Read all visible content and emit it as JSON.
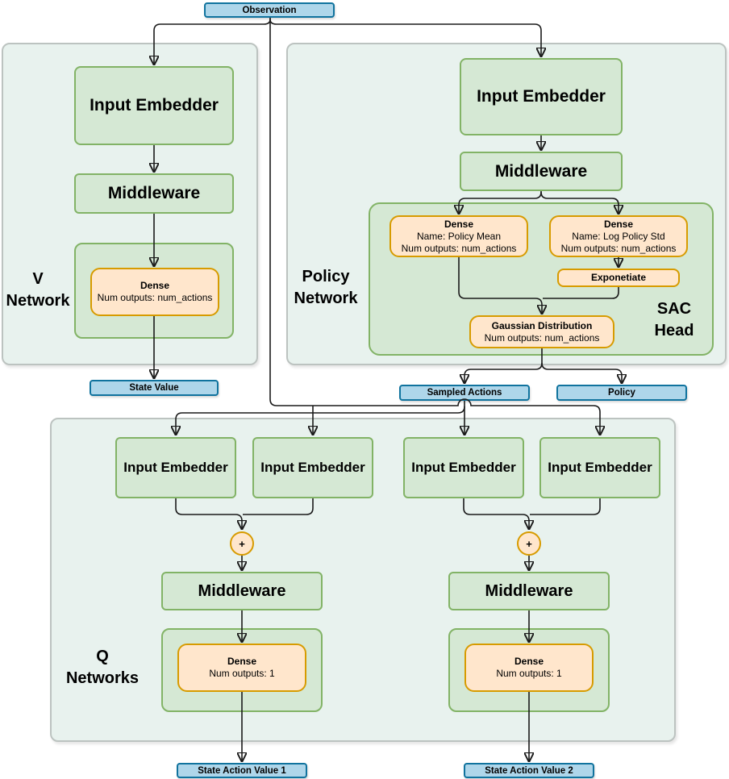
{
  "diagram": {
    "observation": {
      "label": "Observation"
    },
    "v_network": {
      "label": "V Network",
      "input_embedder": "Input Embedder",
      "middleware": "Middleware",
      "dense": {
        "title": "Dense",
        "outputs": "Num outputs: num_actions"
      },
      "output": "State Value"
    },
    "policy_network": {
      "label": "Policy Network",
      "input_embedder": "Input Embedder",
      "middleware": "Middleware",
      "sac_head": {
        "label": "SAC Head",
        "dense_policy_mean": {
          "title": "Dense",
          "name": "Name: Policy Mean",
          "outputs": "Num outputs: num_actions"
        },
        "dense_log_policy_std": {
          "title": "Dense",
          "name": "Name: Log Policy Std",
          "outputs": "Num outputs: num_actions"
        },
        "exponentiate": {
          "label": "Exponetiate"
        },
        "gaussian_distribution": {
          "title": "Gaussian Distribution",
          "outputs": "Num outputs: num_actions"
        }
      },
      "outputs": {
        "sampled_actions": "Sampled Actions",
        "policy": "Policy"
      }
    },
    "q_networks": {
      "label": "Q Networks",
      "input_embedder": "Input Embedder",
      "plus": "+",
      "middleware": "Middleware",
      "dense": {
        "title": "Dense",
        "outputs": "Num outputs: 1"
      },
      "outputs": {
        "q1": "State Action Value 1",
        "q2": "State Action Value 2"
      }
    },
    "colors": {
      "panel_fill": "#e8f2ee",
      "panel_border": "#bcc3c0",
      "node_green_fill": "#d5e8d4",
      "node_green_border": "#82b366",
      "node_orange_fill": "#ffe6cc",
      "node_orange_border": "#d79b00",
      "io_blue_fill": "#aed6ea",
      "io_blue_border": "#10739e",
      "edge": "#1a1a1a"
    },
    "edges": [
      "observation -> v_network.input_embedder",
      "observation -> policy_network.input_embedder",
      "observation -> q_networks.q1.input_embedder_2",
      "observation -> q_networks.q2.input_embedder_2",
      "v_network.input_embedder -> v_network.middleware",
      "v_network.middleware -> v_network.dense",
      "v_network.dense -> v_network.output",
      "policy_network.input_embedder -> policy_network.middleware",
      "policy_network.middleware -> sac_head.dense_policy_mean",
      "policy_network.middleware -> sac_head.dense_log_policy_std",
      "sac_head.dense_log_policy_std -> sac_head.exponentiate",
      "sac_head.dense_policy_mean -> sac_head.gaussian_distribution",
      "sac_head.exponentiate -> sac_head.gaussian_distribution",
      "sac_head.gaussian_distribution -> policy_network.outputs.sampled_actions",
      "sac_head.gaussian_distribution -> policy_network.outputs.policy",
      "policy_network.outputs.sampled_actions -> q_networks.q1.input_embedder_1",
      "policy_network.outputs.sampled_actions -> q_networks.q2.input_embedder_1",
      "q_networks.q1.input_embedder_1 -> q_networks.q1.plus",
      "q_networks.q1.input_embedder_2 -> q_networks.q1.plus",
      "q_networks.q1.plus -> q_networks.q1.middleware",
      "q_networks.q1.middleware -> q_networks.q1.dense",
      "q_networks.q1.dense -> q_networks.outputs.q1",
      "q_networks.q2.input_embedder_1 -> q_networks.q2.plus",
      "q_networks.q2.input_embedder_2 -> q_networks.q2.plus",
      "q_networks.q2.plus -> q_networks.q2.middleware",
      "q_networks.q2.middleware -> q_networks.q2.dense",
      "q_networks.q2.dense -> q_networks.outputs.q2"
    ]
  }
}
